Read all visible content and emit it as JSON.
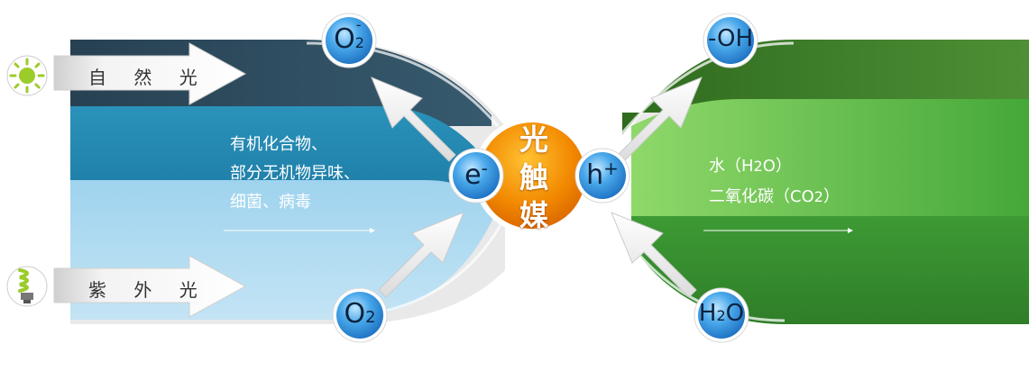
{
  "light_sources": [
    {
      "label": "自 然 光",
      "icon": "sun-icon"
    },
    {
      "label": "紫 外 光",
      "icon": "uv-lamp-icon"
    }
  ],
  "pollutants": [
    "有机化合物、",
    "部分无机物异味、",
    "细菌、病毒"
  ],
  "products": {
    "line1": {
      "prefix": "水（H",
      "sub": "2",
      "suffix": "O）"
    },
    "line2": {
      "prefix": "二氧化碳（CO",
      "sub": "2",
      "suffix": "）"
    }
  },
  "core": {
    "chars": [
      "光",
      "触",
      "媒"
    ],
    "color": "#f08a00"
  },
  "particles": {
    "superoxide": {
      "main": "O",
      "sup": "-",
      "sub": "2"
    },
    "oxygen": {
      "main": "O",
      "sub": "2"
    },
    "electron": {
      "main": "e",
      "sup": "-"
    },
    "hole": {
      "main": "h",
      "sup": "+"
    },
    "hydroxyl": {
      "main": "-OH"
    },
    "water": {
      "main": "H",
      "sub": "2",
      "suffix": "O"
    }
  },
  "colors": {
    "left_dark": "#2d4a5c",
    "left_mid": "#2a9bc3",
    "left_light": "#a9d8ef",
    "right_dark": "#3f7a28",
    "right_mid": "#64b84a",
    "bubble": "#3a9de0"
  }
}
